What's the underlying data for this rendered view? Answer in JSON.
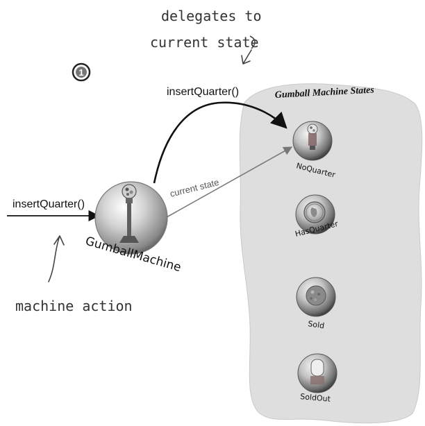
{
  "step_number": "1",
  "annotations": {
    "delegates_line1": "delegates to",
    "delegates_line2": "current state",
    "machine_action": "machine action"
  },
  "method_calls": {
    "incoming": "insertQuarter()",
    "delegated": "insertQuarter()"
  },
  "current_state_label": "current state",
  "gumball_machine_label": "GumballMachine",
  "states_panel": {
    "title": "Gumball Machine States",
    "states": [
      {
        "label": "NoQuarter",
        "icon": "gumball-machine-icon"
      },
      {
        "label": "HasQuarter",
        "icon": "quarter-coin-icon"
      },
      {
        "label": "Sold",
        "icon": "gumball-icon"
      },
      {
        "label": "SoldOut",
        "icon": "empty-machine-icon"
      }
    ]
  }
}
